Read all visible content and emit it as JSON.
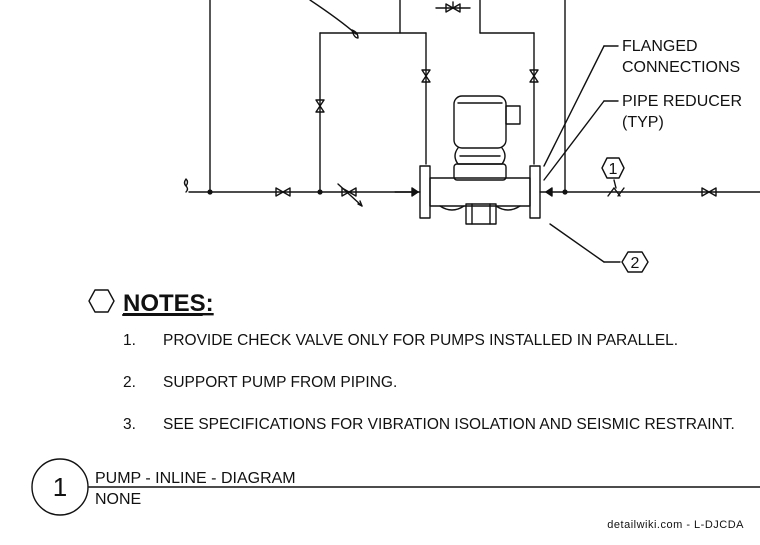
{
  "callouts": {
    "flanged": [
      "FLANGED",
      "CONNECTIONS"
    ],
    "reducer": [
      "PIPE REDUCER",
      "(TYP)"
    ],
    "tag1": "1",
    "tag2": "2"
  },
  "notes": {
    "heading": "NOTES:",
    "items": [
      {
        "num": "1.",
        "text": "PROVIDE CHECK VALVE ONLY FOR PUMPS INSTALLED IN PARALLEL."
      },
      {
        "num": "2.",
        "text": "SUPPORT PUMP FROM PIPING."
      },
      {
        "num": "3.",
        "text": "SEE SPECIFICATIONS FOR VIBRATION ISOLATION AND SEISMIC RESTRAINT."
      }
    ]
  },
  "title_block": {
    "detail_number": "1",
    "title": "PUMP - INLINE - DIAGRAM",
    "scale": "NONE"
  },
  "watermark": "detailwiki.com - L-DJCDA"
}
